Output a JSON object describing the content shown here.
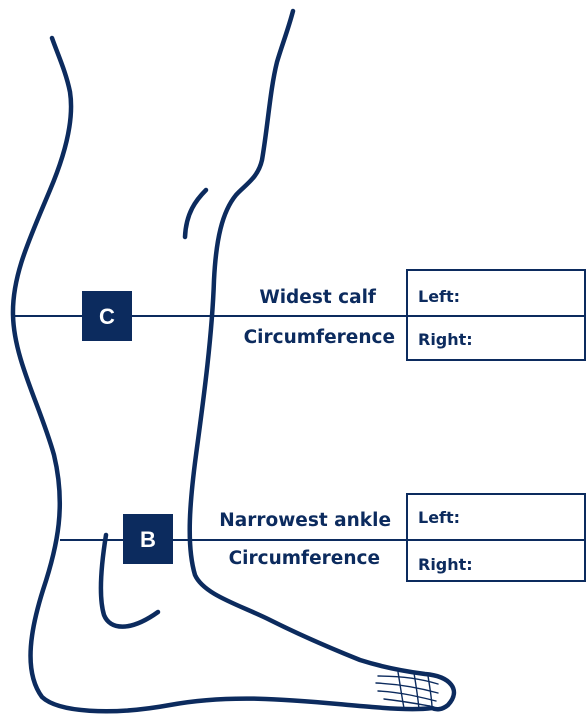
{
  "colors": {
    "ink": "#0c2b5e",
    "background": "#ffffff"
  },
  "calf": {
    "badge": "C",
    "label_line1": "Widest calf",
    "label_line2": "Circumference",
    "left_label": "Left:",
    "right_label": "Right:"
  },
  "ankle": {
    "badge": "B",
    "label_line1": "Narrowest ankle",
    "label_line2": "Circumference",
    "left_label": "Left:",
    "right_label": "Right:"
  }
}
